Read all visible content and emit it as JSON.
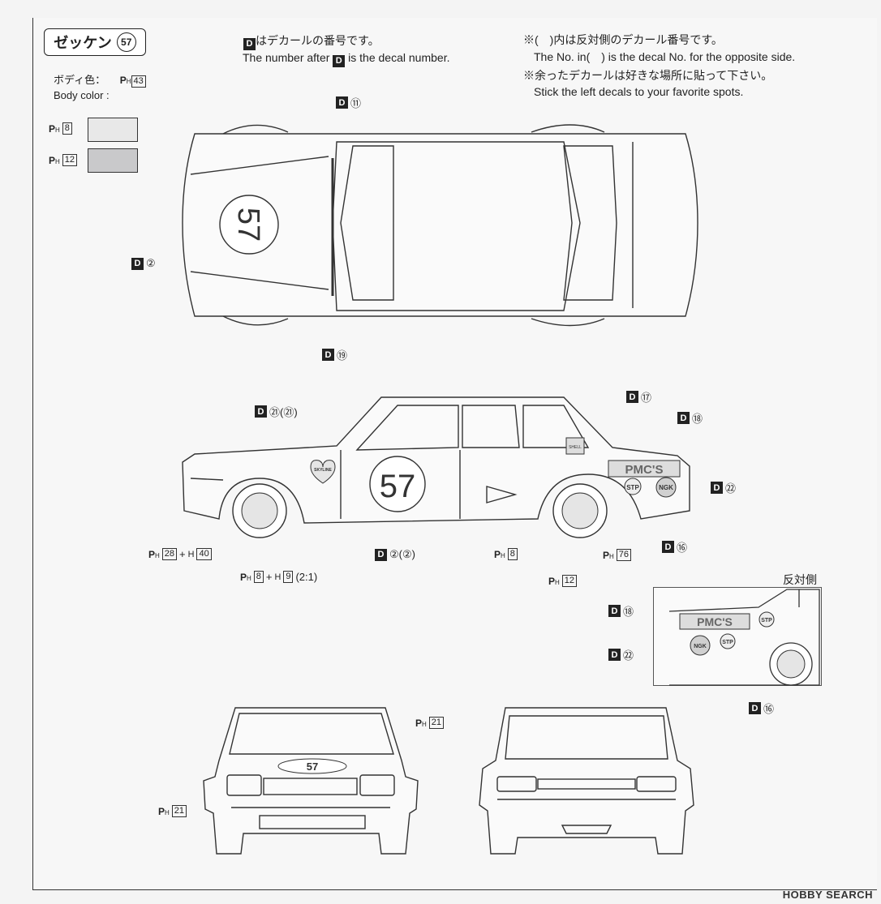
{
  "header": {
    "title": "ゼッケン",
    "number": "57"
  },
  "notes": {
    "decal_jp": "はデカールの番号です。",
    "decal_en_a": "The number after",
    "decal_en_b": "is the decal number.",
    "opposite_jp": "※(　)内は反対側のデカール番号です。",
    "opposite_en": "The No. in(　) is the decal No. for the opposite side.",
    "leftover_jp": "※余ったデカールは好きな場所に貼って下さい。",
    "leftover_en": "Stick the left decals to your favorite spots."
  },
  "body_color": {
    "label_jp": "ボディ色：",
    "label_en": "Body color :",
    "code": "43"
  },
  "swatches": [
    {
      "code": "8",
      "color": "#e8e8e8"
    },
    {
      "code": "12",
      "color": "#c9c9cb"
    }
  ],
  "decal_labels": {
    "d11": "⑪",
    "d2": "②",
    "d19": "⑲",
    "d21": "㉑(㉑)",
    "d17": "⑰",
    "d18": "⑱",
    "d22": "㉒",
    "d16": "⑯",
    "d2b": "②(②)",
    "d18b": "⑱",
    "d22b": "㉒",
    "d16b": "⑯"
  },
  "paint_labels": {
    "wheel_a": "28",
    "wheel_a2": "40",
    "wheel_b": "8",
    "wheel_b2": "9",
    "wheel_b_ratio": "(2:1)",
    "tire_8": "8",
    "tire_76": "76",
    "tire_12": "12",
    "front_21a": "21",
    "front_21b": "21"
  },
  "opposite_side_label": "反対側",
  "car_text": {
    "side_number": "57",
    "top_number": "57",
    "front_number": "57",
    "pmcs": "PMC'S",
    "stp": "STP",
    "ngk": "NGK",
    "shell": "SHELL",
    "skyline": "SKYLINE"
  },
  "watermark": "HOBBY SEARCH",
  "d_letter": "D",
  "ph_letter": "P",
  "ph_sub": "H"
}
